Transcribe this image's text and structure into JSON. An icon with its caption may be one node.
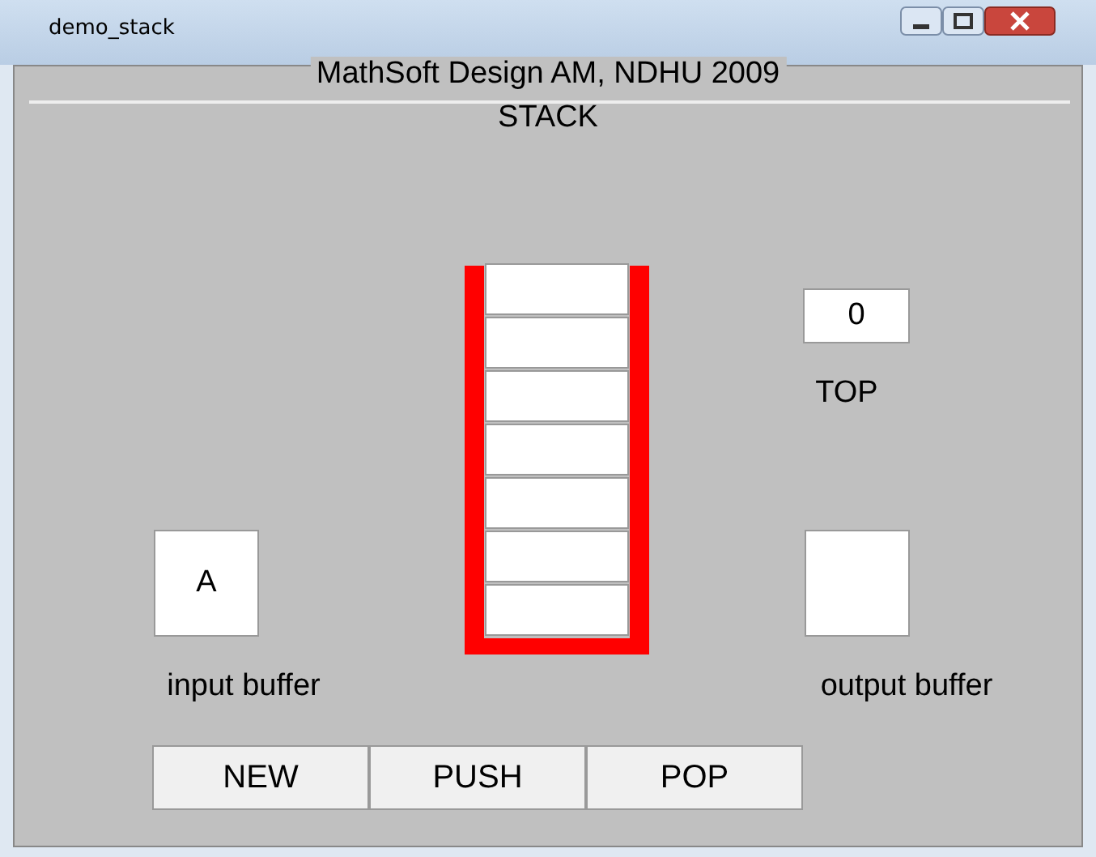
{
  "diagram": {
    "title": "demo_stack",
    "labels": [
      "MathSoft Design AM, NDHU 2009",
      "STACK",
      "0",
      "TOP",
      "A",
      "input buffer",
      "output buffer",
      "NEW",
      "PUSH",
      "POP"
    ]
  }
}
